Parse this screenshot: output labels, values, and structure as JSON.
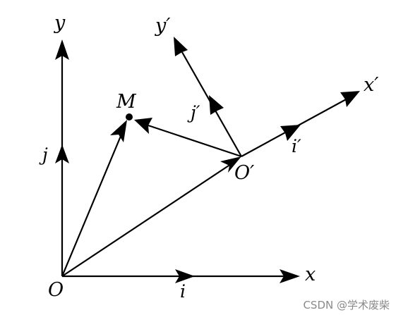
{
  "diagram": {
    "labels": {
      "origin": "O",
      "x_axis": "x",
      "y_axis": "y",
      "unit_i": "i",
      "unit_j": "j",
      "point_m": "M",
      "origin_prime": "O′",
      "x_prime_axis": "x′",
      "y_prime_axis": "y′",
      "unit_i_prime": "i′",
      "unit_j_prime": "j′"
    },
    "stroke_color": "#000000"
  },
  "watermark": {
    "text": "CSDN @学术废柴",
    "color": "#8a8a8a"
  }
}
